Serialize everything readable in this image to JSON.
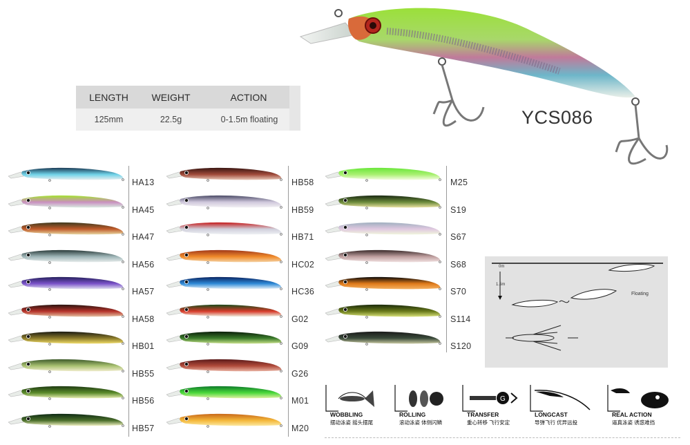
{
  "model": "YCS086",
  "spec": {
    "headers": [
      "LENGTH",
      "WEIGHT",
      "ACTION"
    ],
    "values": [
      "125mm",
      "22.5g",
      "0-1.5m floating"
    ]
  },
  "colors": {
    "col1": [
      "HA13",
      "HA45",
      "HA47",
      "HA56",
      "HA57",
      "HA58",
      "HB01",
      "HB55",
      "HB56",
      "HB57"
    ],
    "col2": [
      "HB58",
      "HB59",
      "HB71",
      "HC02",
      "HC36",
      "G02",
      "G09",
      "G26",
      "M01",
      "M20"
    ],
    "col3": [
      "M25",
      "S19",
      "S67",
      "S68",
      "S70",
      "S114",
      "S120"
    ]
  },
  "diagram": {
    "depth_top": "0m",
    "depth": "1.5m",
    "label": "Floating"
  },
  "features": [
    {
      "title": "WOBBLING",
      "sub": "摆动泳姿 摇头摆尾",
      "icon": "wobbling-icon"
    },
    {
      "title": "ROLLING",
      "sub": "滚动泳姿 体侧闪鳞",
      "icon": "rolling-icon"
    },
    {
      "title": "TRANSFER",
      "sub": "重心转移 飞行安定",
      "icon": "transfer-icon"
    },
    {
      "title": "LONGCAST",
      "sub": "导弹飞行 优异远投",
      "icon": "longcast-icon"
    },
    {
      "title": "REAL ACTION",
      "sub": "逼真泳姿 诱惑难挡",
      "icon": "real-action-icon"
    }
  ]
}
